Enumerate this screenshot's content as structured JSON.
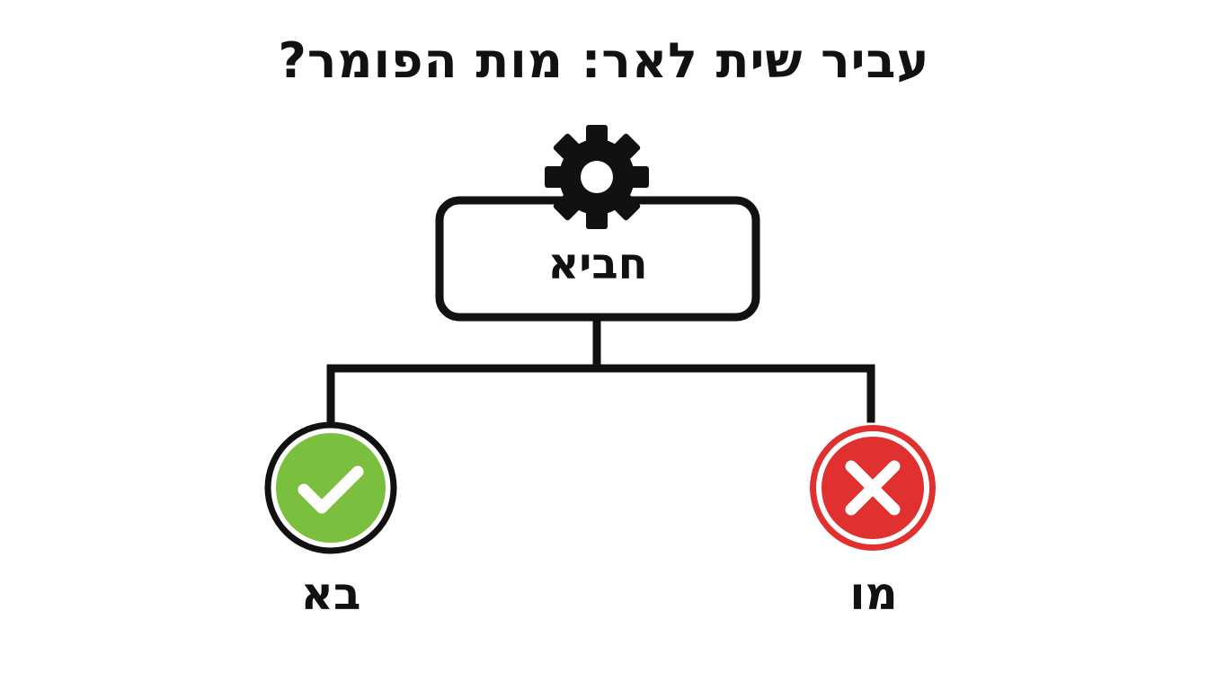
{
  "title": "עביר שית לאר: מות הפומר?",
  "decision_node": {
    "label": "חביא",
    "icon": "gear-icon"
  },
  "outcomes": {
    "yes": {
      "label": "בא",
      "icon": "check-icon",
      "color": "#7bbf3e"
    },
    "no": {
      "label": "מו",
      "icon": "x-icon",
      "color": "#e03030"
    }
  }
}
